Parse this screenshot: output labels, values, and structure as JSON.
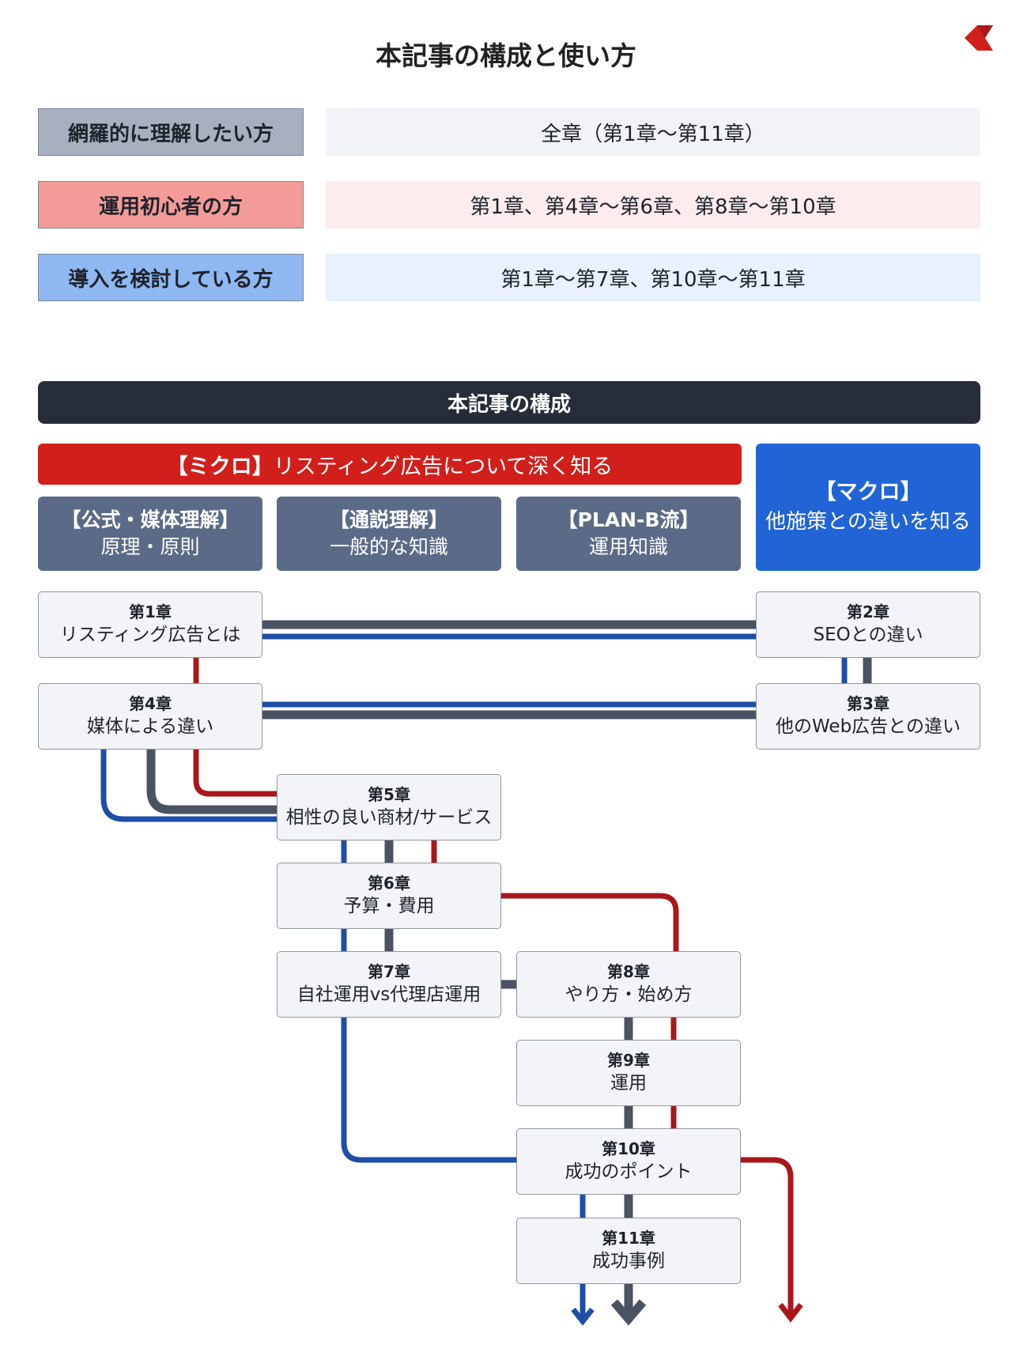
{
  "title": "本記事の構成と使い方",
  "colors": {
    "red": "#a8181b",
    "blue": "#1e4ea6",
    "gray": "#4a5362",
    "navy": "#262d38"
  },
  "audiences": [
    {
      "label": "網羅的に理解したい方",
      "value": "全章（第1章〜第11章）",
      "label_color": "#a7b0bf",
      "value_color": "#f1f3f6"
    },
    {
      "label": "運用初心者の方",
      "value": "第1章、第4章〜第6章、第8章〜第10章",
      "label_color": "#f39b98",
      "value_color": "#fdeced"
    },
    {
      "label": "導入を検討している方",
      "value": "第1章〜第7章、第10章〜第11章",
      "label_color": "#8fb7f2",
      "value_color": "#e8f1fd"
    }
  ],
  "section_title": "本記事の構成",
  "micro": {
    "bracket": "【ミクロ】",
    "text": "リスティング広告について深く知る"
  },
  "categories": [
    {
      "title": "【公式・媒体理解】",
      "sub": "原理・原則"
    },
    {
      "title": "【通説理解】",
      "sub": "一般的な知識"
    },
    {
      "title": "【PLAN-B流】",
      "sub": "運用知識"
    }
  ],
  "macro": {
    "title": "【マクロ】",
    "sub": "他施策との違いを知る"
  },
  "chapters": [
    {
      "num": "第1章",
      "name": "リスティング広告とは"
    },
    {
      "num": "第2章",
      "name": "SEOとの違い"
    },
    {
      "num": "第3章",
      "name": "他のWeb広告との違い"
    },
    {
      "num": "第4章",
      "name": "媒体による違い"
    },
    {
      "num": "第5章",
      "name": "相性の良い商材/サービス"
    },
    {
      "num": "第6章",
      "name": "予算・費用"
    },
    {
      "num": "第7章",
      "name": "自社運用vs代理店運用"
    },
    {
      "num": "第8章",
      "name": "やり方・始め方"
    },
    {
      "num": "第9章",
      "name": "運用"
    },
    {
      "num": "第10章",
      "name": "成功のポイント"
    },
    {
      "num": "第11章",
      "name": "成功事例"
    }
  ]
}
